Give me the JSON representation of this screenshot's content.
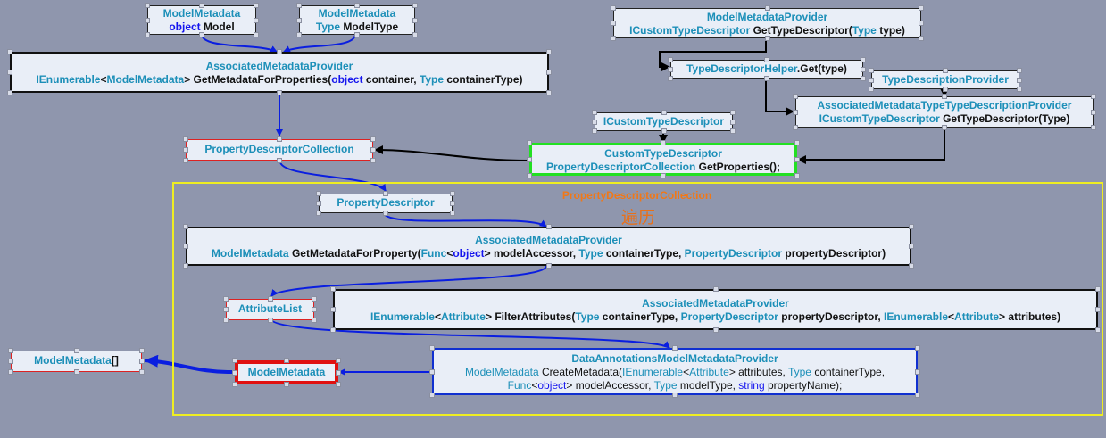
{
  "loop": {
    "label": "PropertyDescriptorCollection",
    "caption": "遍历"
  },
  "nodes": {
    "mm_model": {
      "title": "ModelMetadata",
      "kw": "object",
      "rest": " Model"
    },
    "mm_type": {
      "title": "ModelMetadata",
      "kw": "Type",
      "rest": " ModelType"
    },
    "amp_props": {
      "title": "AssociatedMetadataProvider",
      "l1": "IEnumerable",
      "l2": "<",
      "l3": "ModelMetadata",
      "l4": "> GetMetadataForProperties(",
      "l5": "object",
      "l6": " container, ",
      "l7": "Type",
      "l8": " containerType)"
    },
    "mmp": {
      "title": "ModelMetadataProvider",
      "l1": "ICustomTypeDescriptor",
      "l2": " GetTypeDescriptor(",
      "l3": "Type",
      "l4": " type)"
    },
    "tdh": {
      "a": "TypeDescriptorHelper",
      "b": ".Get(type)"
    },
    "tdp": {
      "title": "TypeDescriptionProvider"
    },
    "amttdp": {
      "title": "AssociatedMetadataTypeTypeDescriptionProvider",
      "l1": "ICustomTypeDescriptor",
      "l2": " GetTypeDescriptor(Type)"
    },
    "ictd": {
      "title": "ICustomTypeDescriptor"
    },
    "pdc": {
      "title": "PropertyDescriptorCollection"
    },
    "ctd": {
      "title": "CustomTypeDescriptor",
      "l1": "PropertyDescriptorCollection",
      "l2": " GetProperties();"
    },
    "pd": {
      "title": "PropertyDescriptor"
    },
    "amp_prop": {
      "title": "AssociatedMetadataProvider",
      "l1": "ModelMetadata",
      "l2": " GetMetadataForProperty(",
      "l3": "Func",
      "l4": "<",
      "l5": "object",
      "l6": "> modelAccessor, ",
      "l7": "Type",
      "l8": " containerType, ",
      "l9": "PropertyDescriptor",
      "l10": " propertyDescriptor)"
    },
    "attrlist": {
      "title": "AttributeList"
    },
    "amp_filter": {
      "title": "AssociatedMetadataProvider",
      "l1": "IEnumerable",
      "l2": "<",
      "l3": "Attribute",
      "l4": "> FilterAttributes(",
      "l5": "Type",
      "l6": " containerType, ",
      "l7": "PropertyDescriptor",
      "l8": " propertyDescriptor, ",
      "l9": "IEnumerable",
      "l10": "<",
      "l11": "Attribute",
      "l12": "> attributes)"
    },
    "mm_array": {
      "a": "ModelMetadata",
      "b": "[]"
    },
    "mm": {
      "title": "ModelMetadata"
    },
    "damp": {
      "title": "DataAnnotationsModelMetadataProvider",
      "l1": "ModelMetadata",
      "l2": " CreateMetadata(",
      "l3": "IEnumerable",
      "l4": "<",
      "l5": "Attribute",
      "l6": "> attributes, ",
      "l7": "Type",
      "l8": " containerType,",
      "m1": "Func",
      "m2": "<",
      "m3": "object",
      "m4": "> modelAccessor, ",
      "m5": "Type",
      "m6": " modelType, ",
      "m7": "string",
      "m8": " propertyName);"
    }
  },
  "colors": {
    "background": "#8f96ad",
    "arrow_blue": "#0a1ee0",
    "loop_frame": "#eeee22",
    "highlight_green": "#22e022",
    "highlight_red": "#e01010"
  }
}
